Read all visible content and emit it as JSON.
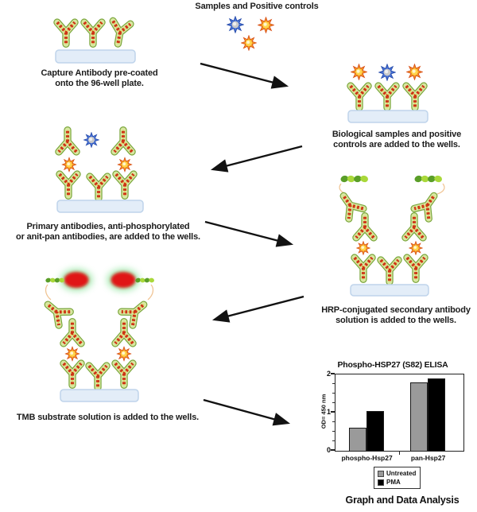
{
  "diagram": {
    "samples_header": "Samples and Positive controls",
    "steps": [
      {
        "name": "capture-antibody",
        "caption": "Capture Antibody pre-coated onto the 96-well plate.",
        "lines": [
          "Capture Antibody pre-coated",
          "onto the 96-well plate."
        ]
      },
      {
        "name": "samples-added",
        "caption": "Biological samples and positive controls are added to the wells.",
        "lines": [
          "Biological samples and positive",
          "controls are added to the wells."
        ]
      },
      {
        "name": "primary-antibodies",
        "caption": "Primary antibodies, anti-phosphorylated or anit-pan antibodies, are added to the wells.",
        "lines": [
          "Primary antibodies, anti-phosphorylated",
          "or anit-pan antibodies, are added to the wells."
        ]
      },
      {
        "name": "hrp-secondary",
        "caption": "HRP-conjugated secondary antibody solution is added to the wells.",
        "lines": [
          "HRP-conjugated secondary antibody",
          "solution is added to the wells."
        ]
      },
      {
        "name": "tmb-substrate",
        "caption": "TMB substrate solution is added to the wells.",
        "lines": [
          "TMB substrate solution is added to the wells."
        ]
      },
      {
        "name": "graph-analysis",
        "caption": "Graph and Data Analysis",
        "lines": [
          "Graph and Data Analysis"
        ]
      }
    ],
    "colors": {
      "antibody_body_green": "#d8e7a1",
      "antibody_outline_green": "#7aa63c",
      "antibody_stripe_red": "#cd3414",
      "antigen_orange": "#f59b1f",
      "antigen_blue": "#4a74d8",
      "hrp_helix_green": "#5a9e28",
      "tmb_signal_red": "#e01212",
      "tmb_glow_green": "#8ce39b",
      "plate_fill": "#e3edf8",
      "plate_border": "#bfd4eb",
      "arrow": "#121212"
    }
  },
  "chart_data": {
    "type": "bar",
    "title": "Phospho-HSP27 (S82) ELISA",
    "ylabel": "OD= 450 nm",
    "xlabel": "",
    "categories": [
      "phospho-Hsp27",
      "pan-Hsp27"
    ],
    "series": [
      {
        "name": "Untreated",
        "color": "#9a9a9a",
        "values": [
          0.6,
          1.8
        ]
      },
      {
        "name": "PMA",
        "color": "#000000",
        "values": [
          1.05,
          1.9
        ]
      }
    ],
    "ylim": [
      0,
      2
    ],
    "yticks": [
      0,
      1,
      2
    ],
    "minor_tick_step": 0.25,
    "grid": false,
    "legend_position": "bottom",
    "bar_border_color": "#1a1a1a"
  }
}
